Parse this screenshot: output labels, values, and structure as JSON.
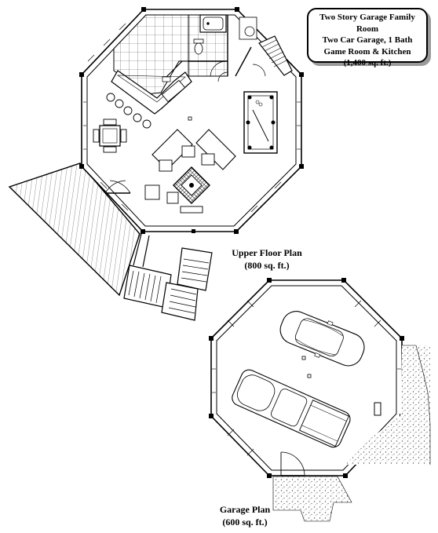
{
  "title_box": {
    "line1": "Two Story Garage Family Room",
    "line2": "Two Car Garage, 1 Bath",
    "line3": "Game Room & Kitchen",
    "line4": "(1,400 sq. ft.)"
  },
  "upper_plan": {
    "name": "Upper Floor Plan",
    "area": "(800 sq. ft.)"
  },
  "garage_plan": {
    "name": "Garage Plan",
    "area": "(600 sq. ft.)"
  }
}
